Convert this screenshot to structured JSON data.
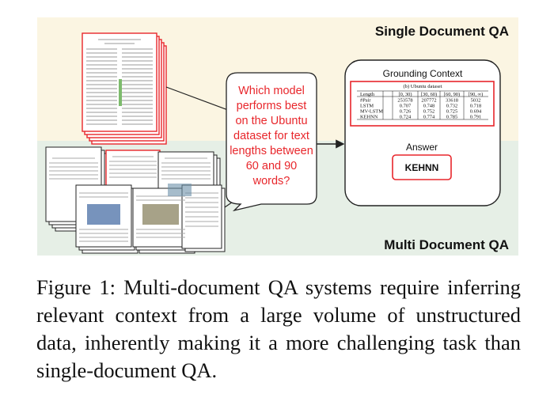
{
  "figure": {
    "top_label": "Single Document QA",
    "bottom_label": "Multi Document QA",
    "question_lines": [
      "Which model",
      "performs best",
      "on the Ubuntu",
      "dataset for text",
      "lengths between",
      "60 and 90",
      "words?"
    ],
    "grounding_title": "Grounding Context",
    "table": {
      "caption": "(b) Ubuntu dataset",
      "header": [
        "Length",
        "[0, 30)",
        "[30, 60)",
        "[60, 90)",
        "[90, ∞)"
      ],
      "rows": [
        [
          "#Pair",
          "253578",
          "207772",
          "33618",
          "5032"
        ],
        [
          "LSTM",
          "0.707",
          "0.748",
          "0.732",
          "0.718"
        ],
        [
          "MV-LSTM",
          "0.726",
          "0.752",
          "0.725",
          "0.694"
        ],
        [
          "KEHNN",
          "0.724",
          "0.774",
          "0.785",
          "0.791"
        ]
      ]
    },
    "answer_title": "Answer",
    "answer_value": "KEHNN",
    "colors": {
      "top_band": "#fbf5e2",
      "bottom_band": "#e6efe6",
      "highlight": "#e8262b",
      "text": "#111111"
    }
  },
  "caption": "Figure 1: Multi-document QA systems require inferring relevant context from a large volume of unstructured data, inherently making it a more challenging task than single-document QA."
}
